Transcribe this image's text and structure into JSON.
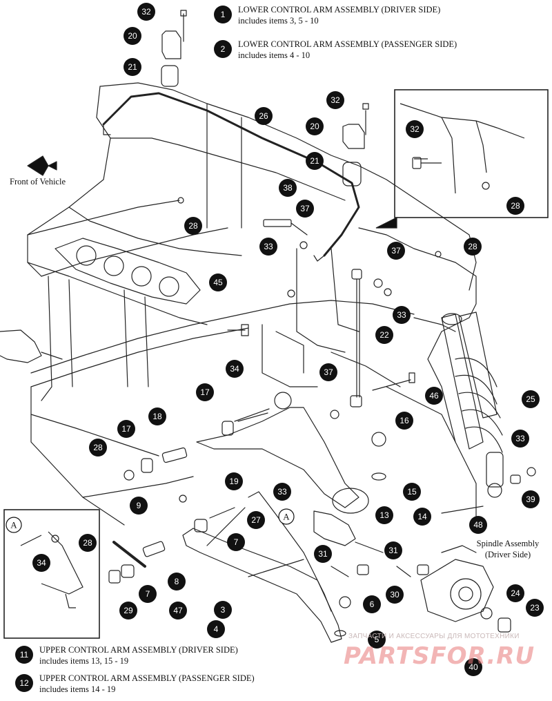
{
  "legend_top": [
    {
      "number": "1",
      "title": "LOWER CONTROL ARM ASSEMBLY (DRIVER SIDE)",
      "subtitle": "includes items 3, 5 - 10"
    },
    {
      "number": "2",
      "title": "LOWER CONTROL ARM ASSEMBLY (PASSENGER SIDE)",
      "subtitle": "includes items 4 - 10"
    }
  ],
  "legend_bottom": [
    {
      "number": "11",
      "title": "UPPER CONTROL ARM ASSEMBLY (DRIVER SIDE)",
      "subtitle": "includes items 13, 15 - 19"
    },
    {
      "number": "12",
      "title": "UPPER CONTROL ARM ASSEMBLY (PASSENGER SIDE)",
      "subtitle": "includes items 14 - 19"
    }
  ],
  "labels": {
    "front_of_vehicle": "Front of Vehicle",
    "spindle_line1": "Spindle Assembly",
    "spindle_line2": "(Driver Side)",
    "detail_a": "A"
  },
  "callouts": [
    "32",
    "20",
    "21",
    "26",
    "32",
    "20",
    "21",
    "38",
    "37",
    "28",
    "33",
    "37",
    "28",
    "45",
    "33",
    "22",
    "34",
    "37",
    "46",
    "17",
    "16",
    "25",
    "18",
    "17",
    "28",
    "33",
    "9",
    "19",
    "33",
    "15",
    "13",
    "14",
    "48",
    "39",
    "27",
    "7",
    "31",
    "31",
    "8",
    "30",
    "24",
    "29",
    "7",
    "47",
    "6",
    "3",
    "4",
    "5",
    "23",
    "40",
    "34",
    "28",
    "32",
    "28"
  ],
  "watermark": {
    "line1": "ЗАПЧАСТИ И АКСЕССУАРЫ ДЛЯ МОТОТЕХНИКИ",
    "line2": "PARTSFOR.RU"
  },
  "colors": {
    "ink": "#111111",
    "watermark": "#e87a7a"
  }
}
